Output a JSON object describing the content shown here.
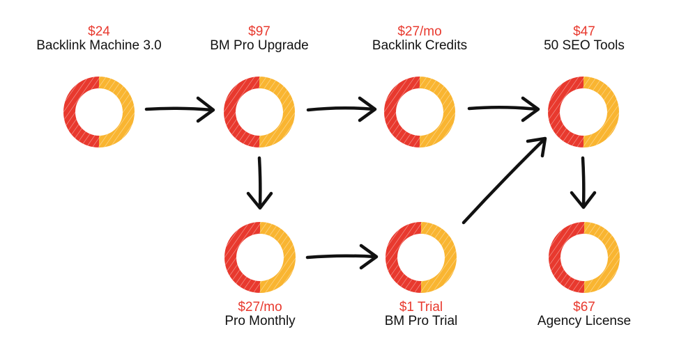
{
  "colors": {
    "ring_left": "#e8392e",
    "ring_right": "#f9b531",
    "price_text": "#e8392e",
    "name_text": "#111111",
    "arrow": "#111111"
  },
  "nodes": [
    {
      "id": "n1",
      "price": "$24",
      "name": "Backlink Machine 3.0"
    },
    {
      "id": "n2",
      "price": "$97",
      "name": "BM Pro Upgrade"
    },
    {
      "id": "n3",
      "price": "$27/mo",
      "name": "Backlink Credits"
    },
    {
      "id": "n4",
      "price": "$47",
      "name": "50 SEO Tools"
    },
    {
      "id": "n5",
      "price": "$27/mo",
      "name": "Pro Monthly"
    },
    {
      "id": "n6",
      "price": "$1 Trial",
      "name": "BM Pro Trial"
    },
    {
      "id": "n7",
      "price": "$67",
      "name": "Agency License"
    }
  ],
  "edges": [
    {
      "from": "n1",
      "to": "n2"
    },
    {
      "from": "n2",
      "to": "n3"
    },
    {
      "from": "n3",
      "to": "n4"
    },
    {
      "from": "n2",
      "to": "n5"
    },
    {
      "from": "n5",
      "to": "n6"
    },
    {
      "from": "n6",
      "to": "n4"
    },
    {
      "from": "n4",
      "to": "n7"
    }
  ]
}
